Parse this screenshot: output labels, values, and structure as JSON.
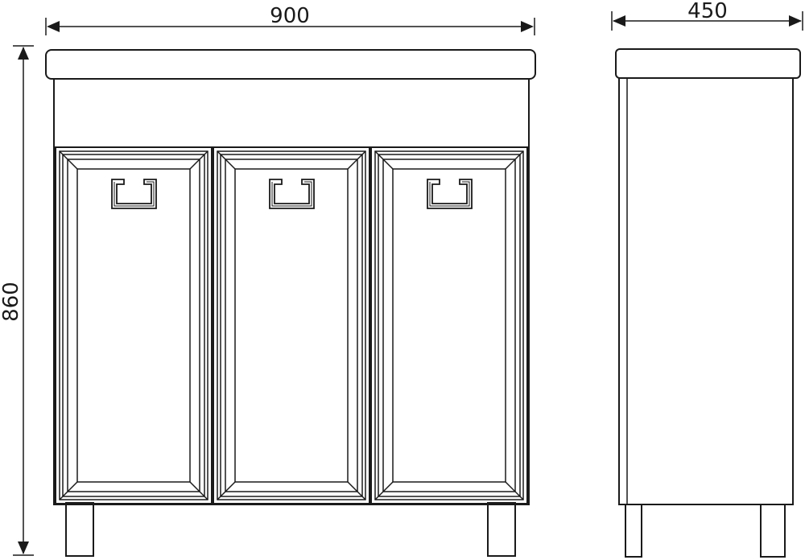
{
  "dimensions": {
    "width": "900",
    "depth": "450",
    "height": "860"
  },
  "front_view": {
    "door_count": 3,
    "handle_icon": "meander-handle-icon"
  },
  "side_view": {
    "leg_count": 2
  }
}
